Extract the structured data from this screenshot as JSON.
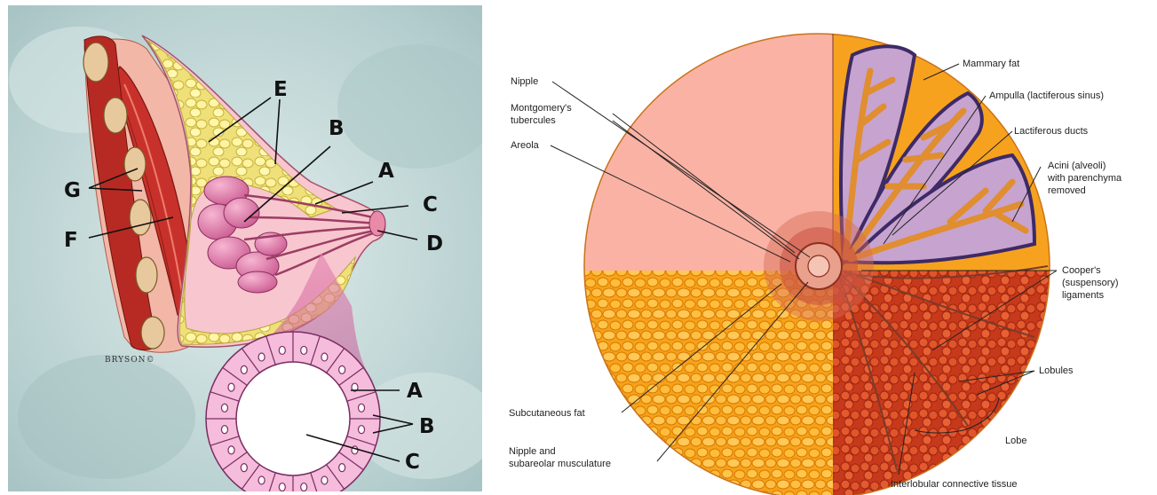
{
  "left_panel": {
    "signature": "BRYSON©",
    "letters": {
      "E": "E",
      "B": "B",
      "A": "A",
      "C": "C",
      "D": "D",
      "G": "G",
      "F": "F"
    },
    "inset_letters": {
      "A": "A",
      "B": "B",
      "C": "C"
    }
  },
  "right_panel": {
    "labels": {
      "nipple": "Nipple",
      "montgomery1": "Montgomery's",
      "montgomery2": "tubercules",
      "areola": "Areola",
      "subcutaneous": "Subcutaneous fat",
      "nipple_muscle1": "Nipple and",
      "nipple_muscle2": "subareolar musculature",
      "mammary_fat": "Mammary fat",
      "ampulla": "Ampulla (lactiferous sinus)",
      "ducts": "Lactiferous ducts",
      "acini1": "Acini (alveoli)",
      "acini2": "with parenchyma",
      "acini3": "removed",
      "cooper1": "Cooper's",
      "cooper2": "(suspensory)",
      "cooper3": "ligaments",
      "lobules": "Lobules",
      "lobe": "Lobe",
      "interlobular": "Interlobular connective tissue"
    }
  }
}
